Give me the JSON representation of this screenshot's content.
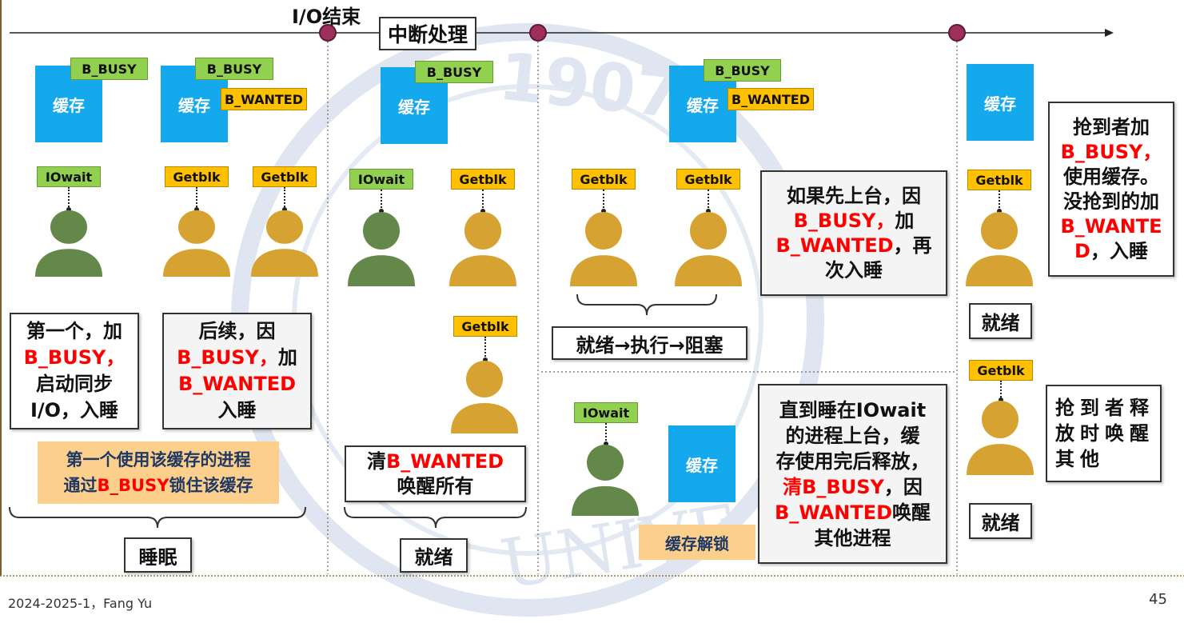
{
  "colors": {
    "cache_blue": "#14a9ec",
    "tag_green": "#92d050",
    "tag_yellow": "#ffc000",
    "proc_green": "#64874a",
    "proc_gold": "#d6a232",
    "alert_red": "#ff0000",
    "highlight_bg": "#fcd08c",
    "highlight_text": "#1f3864",
    "timeline_dot": "#9e2f5b"
  },
  "timeline": {
    "io_end_label": "I/O结束",
    "interrupt_label": "中断处理"
  },
  "phase1": {
    "cache_a": {
      "label": "缓存",
      "busy_flag": "B_BUSY"
    },
    "cache_b": {
      "label": "缓存",
      "busy_flag": "B_BUSY",
      "wanted_flag": "B_WANTED"
    },
    "iowait_tag": "IOwait",
    "getblk_tags": [
      "Getblk",
      "Getblk"
    ],
    "note_first": {
      "line1": "第一个，加",
      "line2_red": "B_BUSY，",
      "line3": "启动同步",
      "line4": "I/O，入睡"
    },
    "note_later": {
      "line1": "后续，因",
      "line2_red": "B_BUSY，",
      "line2": "加",
      "line3_red": "B_WANTED",
      "line4": "入睡"
    },
    "highlight": {
      "line1": "第一个使用该缓存的进程",
      "line2_pre": "通过",
      "line2_red": "B_BUSY",
      "line2_post": "锁住该缓存"
    },
    "state": "睡眠"
  },
  "phase2": {
    "cache": {
      "label": "缓存",
      "busy_flag": "B_BUSY"
    },
    "iowait_tag": "IOwait",
    "getblk_tags": [
      "Getblk",
      "Getblk"
    ],
    "note": {
      "line1_pre": "清",
      "line1_red": "B_WANTED",
      "line2": "唤醒所有"
    },
    "state": "就绪"
  },
  "phase3": {
    "cache_top": {
      "label": "缓存",
      "busy_flag": "B_BUSY",
      "wanted_flag": "B_WANTED"
    },
    "getblk_tags": [
      "Getblk",
      "Getblk"
    ],
    "note_retry": {
      "line1": "如果先上台，因",
      "line2_red": "B_BUSY，",
      "line2": "加",
      "line3_red": "B_WANTED",
      "line3": "，再",
      "line4": "次入睡"
    },
    "cycle_state": "就绪→执行→阻塞",
    "iowait_tag": "IOwait",
    "cache_bottom": {
      "label": "缓存"
    },
    "unlock_label": "缓存解锁",
    "note_release": {
      "line1": "直到睡在IOwait",
      "line2": "的进程上台，缓",
      "line3": "存使用完后释放，",
      "line4_red": "清B_BUSY",
      "line4": "，因",
      "line5_red": "B_WANTED",
      "line5": "唤醒",
      "line6": "其他进程"
    }
  },
  "phase4": {
    "cache": {
      "label": "缓存"
    },
    "getblk_tags": [
      "Getblk",
      "Getblk"
    ],
    "states": [
      "就绪",
      "就绪"
    ],
    "note_winner": {
      "line1": "抢到者加",
      "line2_red": "B_BUSY，",
      "line3": "使用缓存。",
      "line4": "没抢到的加",
      "line5_red": "B_WANTE",
      "line6_red": "D",
      "line6": "，入睡"
    },
    "note_wake": {
      "line1": "抢到者释",
      "line2": "放时唤醒",
      "line3": "其他"
    }
  },
  "watermark": {
    "year": "1907",
    "text": "UNIVE"
  },
  "footer": {
    "term_author": "2024-2025-1，Fang Yu",
    "page_number": "45"
  }
}
